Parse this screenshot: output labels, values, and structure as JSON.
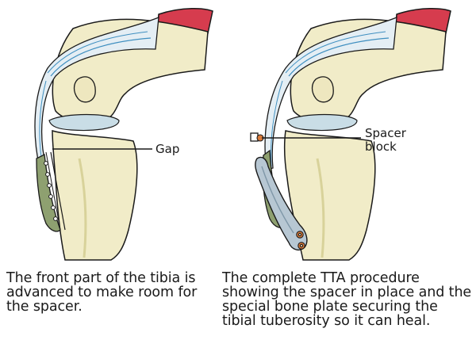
{
  "left_panel": {
    "label": "Gap",
    "caption": [
      "The front part of the tibia is",
      "advanced to make room for",
      "the spacer."
    ]
  },
  "right_panel": {
    "label": [
      "Spacer",
      "block"
    ],
    "caption": [
      "The complete TTA procedure",
      "showing the spacer in place and the",
      "special bone plate securing the",
      "tibial tuberosity so it can heal."
    ]
  },
  "colors": {
    "bone": "#f1ecc8",
    "bone_shade": "#d8d29a",
    "cartilage": "#c9dde6",
    "tendon": "#e4eef4",
    "tendon_blue": "#3f8fc0",
    "muscle": "#d63c4e",
    "muscle_green": "#8ea070",
    "plate": "#b7c7d3",
    "spacer": "#d97a3a",
    "outline": "#1a1a1a"
  }
}
